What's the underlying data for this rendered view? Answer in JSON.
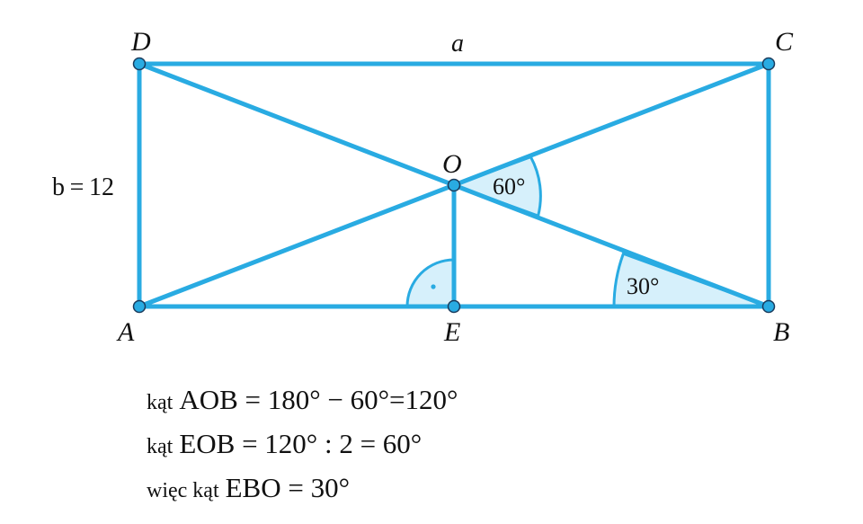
{
  "points": {
    "A": "A",
    "B": "B",
    "C": "C",
    "D": "D",
    "O": "O",
    "E": "E"
  },
  "side_labels": {
    "top": "a",
    "left": "b = 12"
  },
  "angle_labels": {
    "at_O": "60°",
    "at_B": "30°",
    "right_angle_marker": "·"
  },
  "calculations": [
    {
      "word": "kąt",
      "expr": "AOB = 180° − 60°=120°"
    },
    {
      "word": "kąt",
      "expr": "EOB = 120° : 2 = 60°"
    },
    {
      "word": "więc kąt",
      "expr": "EBO = 30°"
    }
  ],
  "colors": {
    "stroke": "#29abe2",
    "angle_fill": "#d6f0fb"
  }
}
